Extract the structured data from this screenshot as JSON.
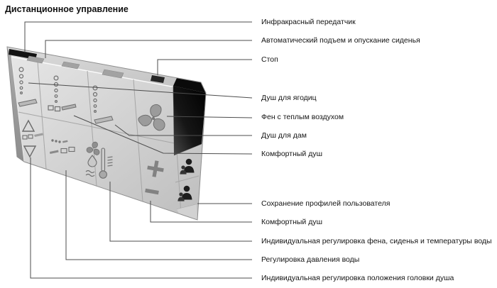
{
  "title": "Дистанционное управление",
  "device": {
    "name": "shower-toilet-remote-control",
    "icons": [
      "ir-transmitter-bar",
      "seat-lift-top-button",
      "stop-button",
      "rear-shower-spray-icon",
      "comfort-shower-spray-icon",
      "lady-shower-spray-icon",
      "warm-air-dryer-fan-icon",
      "shower-head-position-arrows-icon",
      "water-pressure-sliders-icon",
      "dryer-seat-temperature-settings-icon",
      "plus-icon",
      "minus-icon",
      "user-profile-icon",
      "user-profile-icon"
    ]
  },
  "colors": {
    "background": "#ffffff",
    "callout_line": "#4d4d4d",
    "label_text": "#141414",
    "body_light": "#e3e3e3",
    "body_dark": "#bdbdbd",
    "display_black": "#0d0d0d"
  },
  "callouts": [
    {
      "text": "Инфракрасный передатчик"
    },
    {
      "text": "Автоматический подъем и опускание сиденья"
    },
    {
      "text": "Стоп"
    },
    {
      "text": "Душ для ягодиц"
    },
    {
      "text": "Фен с теплым воздухом"
    },
    {
      "text": "Душ для дам"
    },
    {
      "text": "Комфортный душ"
    },
    {
      "text": "Сохранение профилей пользователя"
    },
    {
      "text": "Комфортный душ"
    },
    {
      "text": "Индивидуальная регулировка фена, сиденья и температуры воды"
    },
    {
      "text": "Регулировка давления воды"
    },
    {
      "text": "Индивидуальная регулировка положения головки душа"
    }
  ]
}
